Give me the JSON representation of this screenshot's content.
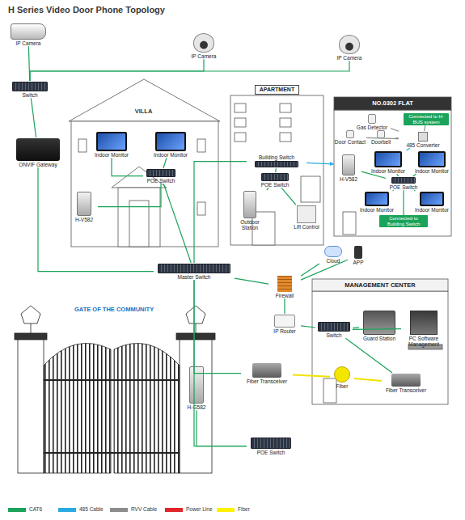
{
  "diagram": {
    "title": "H Series Video Door Phone Topology",
    "nodes": [
      {
        "text": [
          "IP Camera"
        ]
      },
      {
        "text": [
          "IP Camera"
        ]
      },
      {
        "text": [
          "IP Camera"
        ]
      },
      {
        "text": [
          "Switch"
        ]
      },
      {
        "text": [
          "ONVIF Gateway"
        ]
      },
      {
        "text": [
          "VILLA"
        ]
      },
      {
        "text": [
          "Indoor Monitor"
        ],
        "in": 5
      },
      {
        "text": [
          "Indoor Monitor"
        ],
        "in": 5
      },
      {
        "text": [
          "POE Switch"
        ],
        "in": 5
      },
      {
        "text": [
          "H-V582"
        ],
        "in": 5
      },
      {
        "text": [
          "APARTMENT"
        ]
      },
      {
        "text": [
          "Building Switch"
        ],
        "in": 10
      },
      {
        "text": [
          "POE Switch"
        ],
        "in": 10
      },
      {
        "text": [
          "Outdoor Station"
        ],
        "in": 10
      },
      {
        "text": [
          "Lift Control"
        ],
        "in": 10
      },
      {
        "text": [
          "NO.0302 FLAT"
        ]
      },
      {
        "text": [
          "Gas Detector"
        ],
        "in": 15
      },
      {
        "text": [
          "Door Contact"
        ],
        "in": 15
      },
      {
        "text": [
          "Doorbell"
        ],
        "in": 15
      },
      {
        "text": [
          "Connected to H-BUS system"
        ],
        "in": 15
      },
      {
        "text": [
          "485 Converter"
        ],
        "in": 15
      },
      {
        "text": [
          "Indoor Monitor"
        ],
        "in": 15
      },
      {
        "text": [
          "Indoor Monitor"
        ],
        "in": 15
      },
      {
        "text": [
          "H-V582"
        ],
        "in": 15
      },
      {
        "text": [
          "POE Switch"
        ],
        "in": 15
      },
      {
        "text": [
          "Indoor Monitor"
        ],
        "in": 15
      },
      {
        "text": [
          "Indoor Monitor"
        ],
        "in": 15
      },
      {
        "text": [
          "Connected to Building Switch"
        ],
        "in": 15
      },
      {
        "text": [
          "Cloud"
        ]
      },
      {
        "text": [
          "APP"
        ]
      },
      {
        "text": [
          "Master Switch"
        ]
      },
      {
        "text": [
          "Firewall"
        ]
      },
      {
        "text": [
          "IP Router"
        ]
      },
      {
        "text": [
          "MANAGEMENT CENTER"
        ]
      },
      {
        "text": [
          "Switch"
        ],
        "in": 33
      },
      {
        "text": [
          "Guard Station"
        ],
        "in": 33
      },
      {
        "text": [
          "PC Software Management"
        ],
        "in": 33
      },
      {
        "text": [
          "Fiber Transceiver"
        ],
        "in": 33
      },
      {
        "text": [
          "Fiber Transceiver"
        ]
      },
      {
        "text": [
          "Fiber"
        ]
      },
      {
        "text": [
          "H-G582"
        ]
      },
      {
        "text": [
          "POE Switch"
        ]
      }
    ],
    "edges": [
      {
        "from": 0,
        "to": 3,
        "arrow": "none"
      },
      {
        "from": 1,
        "to": 3,
        "arrow": "none"
      },
      {
        "from": 2,
        "to": 3,
        "arrow": "none"
      },
      {
        "from": 3,
        "to": 4,
        "arrow": "none"
      },
      {
        "from": 4,
        "to": 30,
        "arrow": "none"
      },
      {
        "from": 6,
        "to": 8,
        "arrow": "none"
      },
      {
        "from": 7,
        "to": 8,
        "arrow": "none"
      },
      {
        "from": 9,
        "to": 8,
        "arrow": "none"
      },
      {
        "from": 8,
        "to": 30,
        "arrow": "none"
      },
      {
        "from": 12,
        "to": 11,
        "arrow": "none"
      },
      {
        "from": 11,
        "to": 30,
        "arrow": "none"
      },
      {
        "from": 13,
        "to": 12,
        "arrow": "none"
      },
      {
        "from": 14,
        "to": 12,
        "arrow": "none"
      },
      {
        "from": 11,
        "to": 15,
        "arrow": "to"
      },
      {
        "from": 21,
        "to": 24,
        "arrow": "none"
      },
      {
        "from": 22,
        "to": 24,
        "arrow": "none"
      },
      {
        "from": 23,
        "to": 24,
        "arrow": "none"
      },
      {
        "from": 25,
        "to": 24,
        "arrow": "none"
      },
      {
        "from": 26,
        "to": 24,
        "arrow": "none"
      },
      {
        "from": 24,
        "to": 27,
        "arrow": "none"
      },
      {
        "from": 16,
        "to": 20,
        "arrow": "none"
      },
      {
        "from": 17,
        "to": 20,
        "arrow": "none"
      },
      {
        "from": 18,
        "to": 20,
        "arrow": "none"
      },
      {
        "from": 20,
        "to": 19,
        "arrow": "none"
      },
      {
        "from": 20,
        "to": 21,
        "arrow": "none"
      },
      {
        "from": 30,
        "to": 31,
        "arrow": "none"
      },
      {
        "from": 31,
        "to": 28,
        "arrow": "none"
      },
      {
        "from": 31,
        "to": 29,
        "arrow": "none"
      },
      {
        "from": 31,
        "to": 32,
        "arrow": "none"
      },
      {
        "from": 32,
        "to": 34,
        "arrow": "none"
      },
      {
        "from": 30,
        "to": 38,
        "arrow": "none"
      },
      {
        "from": 38,
        "to": 39,
        "arrow": "none"
      },
      {
        "from": 39,
        "to": 37,
        "arrow": "none"
      },
      {
        "from": 37,
        "to": 34,
        "arrow": "none"
      },
      {
        "from": 30,
        "to": 41,
        "arrow": "none"
      },
      {
        "from": 40,
        "to": 41,
        "arrow": "none"
      },
      {
        "from": 34,
        "to": 35,
        "arrow": "none"
      },
      {
        "from": 34,
        "to": 36,
        "arrow": "none"
      }
    ],
    "labels": [
      "GATE OF THE COMMUNITY"
    ],
    "legend": [
      {
        "text": "CAT6",
        "color": "#1aa35a"
      },
      {
        "text": "485 Cable",
        "color": "#29abe2"
      },
      {
        "text": "RVV Cable",
        "color": "#8c8c8c"
      },
      {
        "text": "Power Line",
        "color": "#e0262b"
      },
      {
        "text": "Fiber",
        "color": "#fff200"
      }
    ]
  }
}
